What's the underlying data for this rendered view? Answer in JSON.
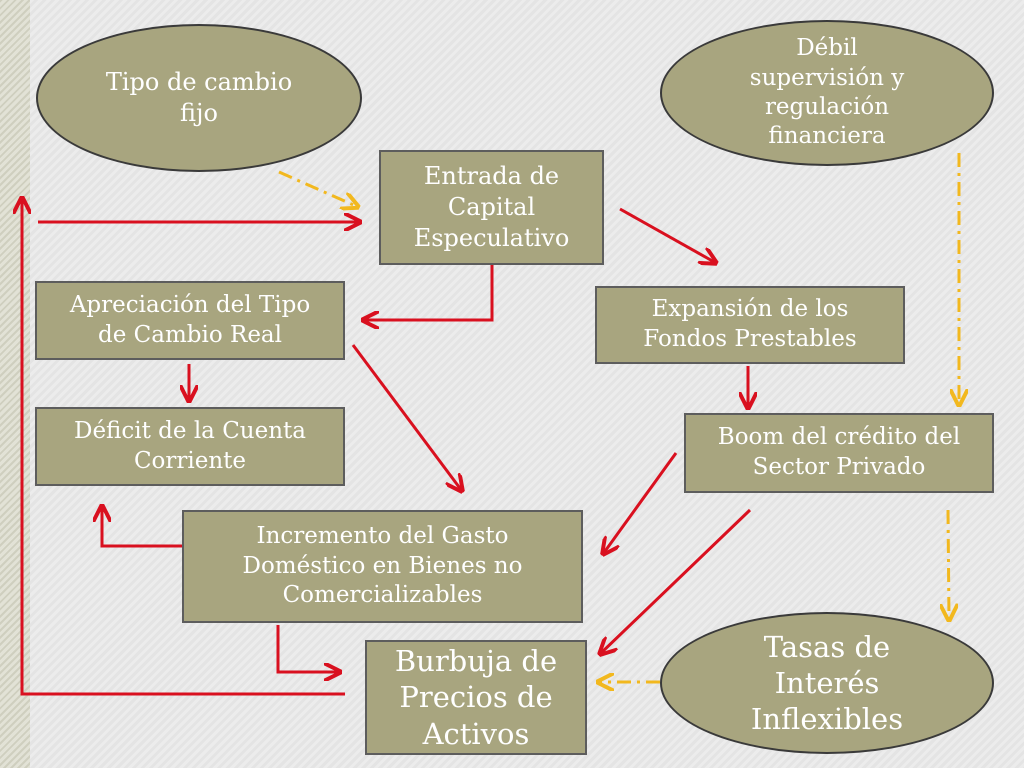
{
  "nodes": {
    "tipo_cambio_fijo": "Tipo de cambio\nfijo",
    "debil_supervision": "Débil\nsupervisión y\nregulación\nfinanciera",
    "entrada_capital": "Entrada de\nCapital\nEspeculativo",
    "apreciacion": "Apreciación del Tipo\nde Cambio Real",
    "expansion_fondos": "Expansión de los\nFondos Prestables",
    "deficit_cuenta": "Déficit de la Cuenta\nCorriente",
    "boom_credito": "Boom del crédito del\nSector Privado",
    "incremento_gasto": "Incremento del Gasto\nDoméstico en Bienes no\nComercializables",
    "burbuja_precios": "Burbuja de\nPrecios de\nActivos",
    "tasas_interes": "Tasas de\nInterés\nInflexibles"
  },
  "colors": {
    "node_fill": "#a8a57f",
    "node_text": "#ffffff",
    "arrow_solid": "#d9101f",
    "arrow_dashed": "#f2b81e"
  },
  "edges": [
    {
      "from": "tipo_cambio_fijo",
      "to": "entrada_capital",
      "style": "dashed"
    },
    {
      "from": "burbuja_precios",
      "to": "entrada_capital",
      "style": "solid",
      "note": "feedback loop"
    },
    {
      "from": "entrada_capital",
      "to": "apreciacion",
      "style": "solid"
    },
    {
      "from": "entrada_capital",
      "to": "expansion_fondos",
      "style": "solid"
    },
    {
      "from": "apreciacion",
      "to": "deficit_cuenta",
      "style": "solid"
    },
    {
      "from": "apreciacion",
      "to": "incremento_gasto",
      "style": "solid"
    },
    {
      "from": "expansion_fondos",
      "to": "boom_credito",
      "style": "solid"
    },
    {
      "from": "debil_supervision",
      "to": "boom_credito",
      "style": "dashed"
    },
    {
      "from": "boom_credito",
      "to": "incremento_gasto",
      "style": "solid"
    },
    {
      "from": "boom_credito",
      "to": "burbuja_precios",
      "style": "solid"
    },
    {
      "from": "boom_credito",
      "to": "tasas_interes",
      "style": "dashed"
    },
    {
      "from": "incremento_gasto",
      "to": "deficit_cuenta",
      "style": "solid"
    },
    {
      "from": "incremento_gasto",
      "to": "burbuja_precios",
      "style": "solid"
    },
    {
      "from": "tasas_interes",
      "to": "burbuja_precios",
      "style": "dashed"
    }
  ]
}
